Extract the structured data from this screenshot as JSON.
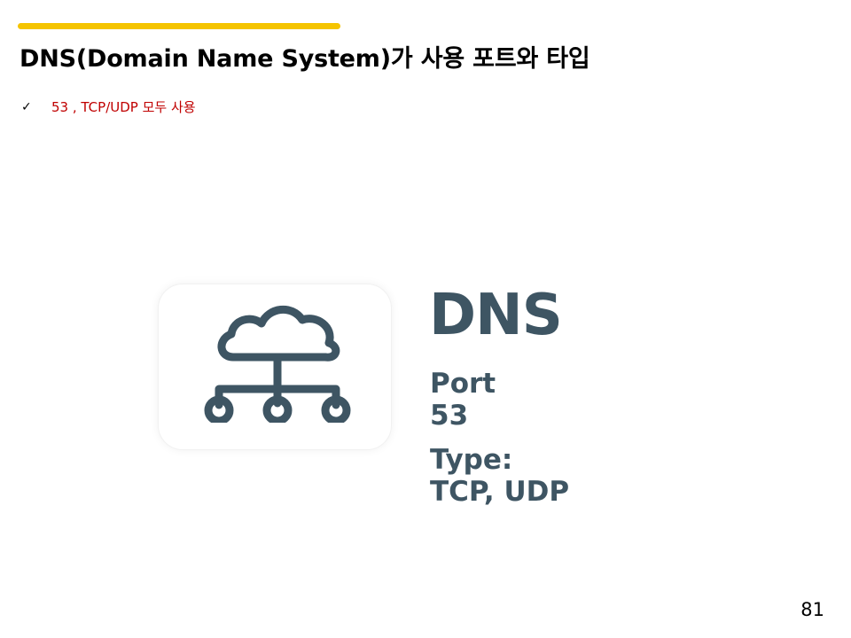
{
  "slide": {
    "title": "DNS(Domain Name System)가 사용 포트와 타입",
    "bullet": {
      "marker": "✓",
      "text": "53 , TCP/UDP 모두 사용"
    },
    "page_number": "81"
  },
  "illustration": {
    "icon": "cloud-network-icon",
    "heading": "DNS",
    "port_label": "Port",
    "port_value": "53",
    "type_label": "Type:",
    "type_value": "TCP, UDP"
  },
  "colors": {
    "accent_bar": "#F5C400",
    "bullet_text": "#C00000",
    "illustration": "#3E5563"
  }
}
